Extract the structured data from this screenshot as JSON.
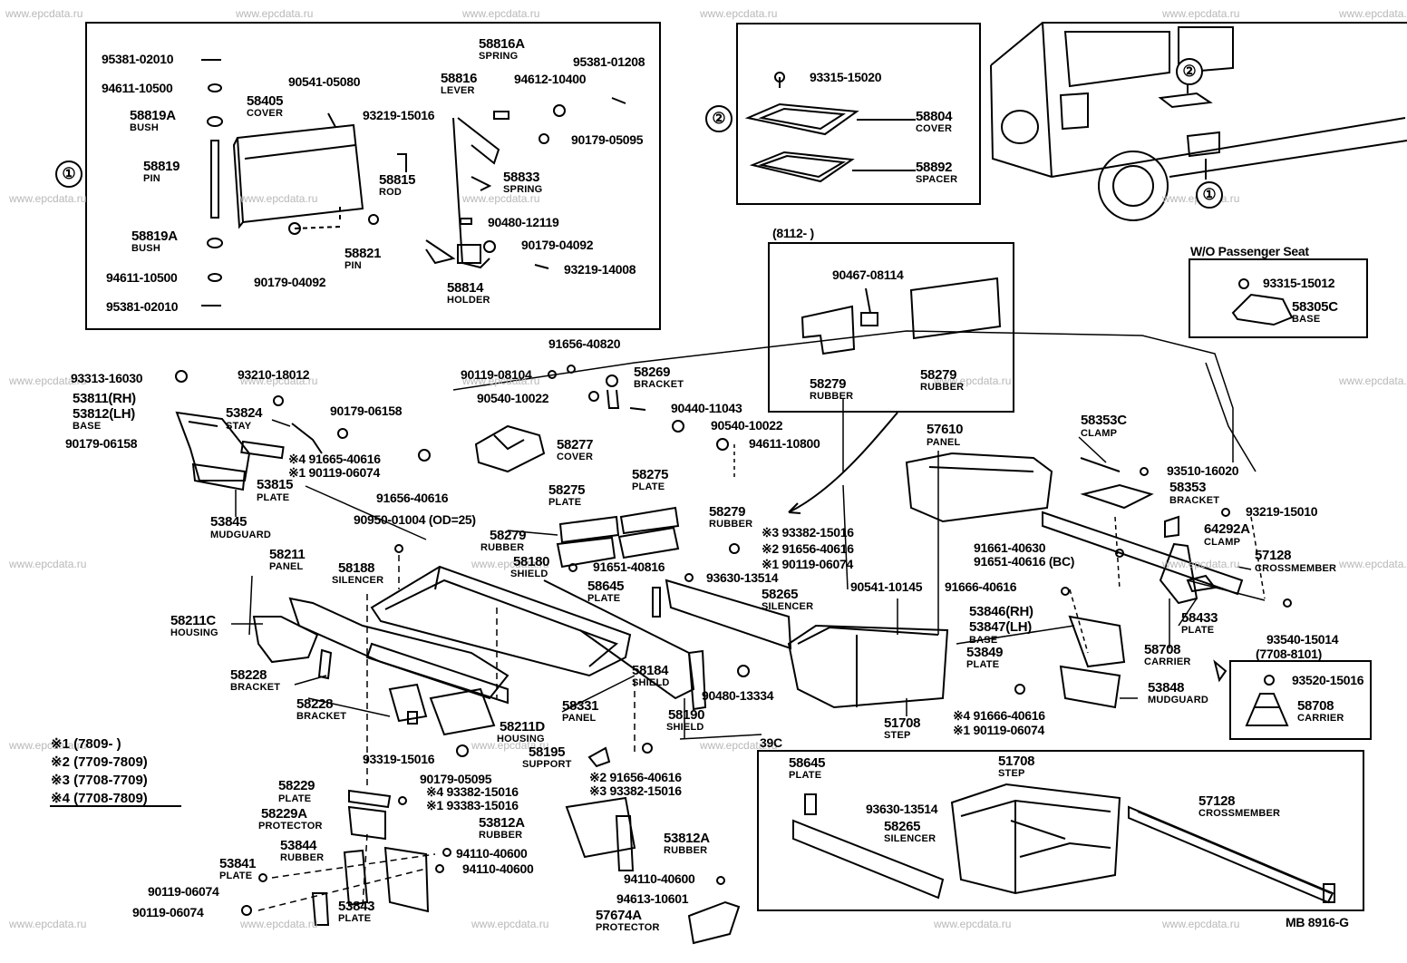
{
  "watermark": "www.epcdata.ru",
  "diagram_code": "MB 8916-G",
  "callouts": [
    "①",
    "②"
  ],
  "legend": {
    "note1": "※1 (7809-        )",
    "note2": "※2 (7709-7809)",
    "note3": "※3 (7708-7709)",
    "note4": "※4 (7708-7809)"
  },
  "box1": {
    "p1": "95381-02010",
    "p2": "94611-10500",
    "p3_num": "58819A",
    "p3_name": "BUSH",
    "p4_num": "58405",
    "p4_name": "COVER",
    "p5": "90541-05080",
    "p6_num": "58816A",
    "p6_name": "SPRING",
    "p7": "95381-01208",
    "p8_num": "58816",
    "p8_name": "LEVER",
    "p9": "94612-10400",
    "p10": "93219-15016",
    "p11": "90179-05095",
    "p12_num": "58819",
    "p12_name": "PIN",
    "p13_num": "58815",
    "p13_name": "ROD",
    "p14_num": "58833",
    "p14_name": "SPRING",
    "p15": "90480-12119",
    "p16_num": "58819A",
    "p16_name": "BUSH",
    "p17": "90179-04092",
    "p18_num": "58821",
    "p18_name": "PIN",
    "p19": "93219-14008",
    "p20": "94611-10500",
    "p21": "90179-04092",
    "p22_num": "58814",
    "p22_name": "HOLDER",
    "p23": "95381-02010"
  },
  "box2": {
    "p1": "93315-15020",
    "p2_num": "58804",
    "p2_name": "COVER",
    "p3_num": "58892",
    "p3_name": "SPACER"
  },
  "box8112": {
    "title": "(8112-        )",
    "p1": "90467-08114",
    "p2_num": "58279",
    "p2_name": "RUBBER",
    "p3_num": "58279",
    "p3_name": "RUBBER"
  },
  "boxPassenger": {
    "title": "W/O Passenger Seat",
    "p1": "93315-15012",
    "p2_num": "58305C",
    "p2_name": "BASE"
  },
  "boxCarrier": {
    "p1": "93520-15016",
    "p2_num": "58708",
    "p2_name": "CARRIER"
  },
  "box39C": {
    "title": "39C",
    "p1_num": "58645",
    "p1_name": "PLATE",
    "p2_num": "51708",
    "p2_name": "STEP",
    "p3_num": "57128",
    "p3_name": "CROSSMEMBER",
    "p4": "93630-13514",
    "p5_num": "58265",
    "p5_name": "SILENCER"
  },
  "main": {
    "m1": "93313-16030",
    "m2": "93210-18012",
    "m3_rh": "53811(RH)",
    "m3_lh": "53812(LH)",
    "m3_name": "BASE",
    "m4_num": "53824",
    "m4_name": "STAY",
    "m5": "90179-06158",
    "m6": "90179-06158",
    "m7": "※4 91665-40616",
    "m8": "※1 90119-06074",
    "m9_num": "53815",
    "m9_name": "PLATE",
    "m10_num": "53845",
    "m10_name": "MUDGUARD",
    "m11": "91656-40616",
    "m12": "90950-01004 (OD=25)",
    "m13": "91656-40820",
    "m14": "90119-08104",
    "m15_num": "58269",
    "m15_name": "BRACKET",
    "m16": "90540-10022",
    "m17": "90440-11043",
    "m18": "90540-10022",
    "m19": "94611-10800",
    "m20_num": "58277",
    "m20_name": "COVER",
    "m21_num": "58275",
    "m21_name": "PLATE",
    "m22_num": "58275",
    "m22_name": "PLATE",
    "m23_num": "58279",
    "m23_name": "RUBBER",
    "m24_num": "58279",
    "m24_name": "RUBBER",
    "m25": "※3 93382-15016",
    "m26": "※2 91656-40616",
    "m27": "※1 90119-06074",
    "m28_num": "58211",
    "m28_name": "PANEL",
    "m29_num": "58188",
    "m29_name": "SILENCER",
    "m30_num": "58180",
    "m30_name": "SHIELD",
    "m31": "91651-40816",
    "m32_num": "58645",
    "m32_name": "PLATE",
    "m33": "93630-13514",
    "m34_num": "58265",
    "m34_name": "SILENCER",
    "m35": "90541-10145",
    "m36_num": "58211C",
    "m36_name": "HOUSING",
    "m37_num": "58228",
    "m37_name": "BRACKET",
    "m38_num": "58228",
    "m38_name": "BRACKET",
    "m39_num": "58184",
    "m39_name": "SHIELD",
    "m40": "90480-13334",
    "m41_num": "58331",
    "m41_name": "PANEL",
    "m42_num": "58190",
    "m42_name": "SHIELD",
    "m43_num": "58211D",
    "m43_name": "HOUSING",
    "m44": "93319-15016",
    "m45": "90179-05095",
    "m46_num": "58195",
    "m46_name": "SUPPORT",
    "m47": "※2 91656-40616",
    "m48": "※3 93382-15016",
    "m49_num": "58229",
    "m49_name": "PLATE",
    "m50": "※4 93382-15016",
    "m51": "※1 93383-15016",
    "m52_num": "58229A",
    "m52_name": "PROTECTOR",
    "m53_num": "53812A",
    "m53_name": "RUBBER",
    "m54_num": "53812A",
    "m54_name": "RUBBER",
    "m55_num": "53844",
    "m55_name": "RUBBER",
    "m56_num": "53841",
    "m56_name": "PLATE",
    "m57": "94110-40600",
    "m58": "94110-40600",
    "m59": "94110-40600",
    "m60": "90119-06074",
    "m61": "90119-06074",
    "m62": "94613-10601",
    "m63_num": "53843",
    "m63_name": "PLATE",
    "m64_num": "57674A",
    "m64_name": "PROTECTOR",
    "m65_num": "57610",
    "m65_name": "PANEL",
    "m66_num": "58353C",
    "m66_name": "CLAMP",
    "m67": "93510-16020",
    "m68_num": "58353",
    "m68_name": "BRACKET",
    "m69": "93219-15010",
    "m70_num": "64292A",
    "m70_name": "CLAMP",
    "m71": "91661-40630",
    "m72": "91651-40616 (BC)",
    "m73_num": "57128",
    "m73_name": "CROSSMEMBER",
    "m74": "91666-40616",
    "m75_rh": "53846(RH)",
    "m75_lh": "53847(LH)",
    "m75_name": "BASE",
    "m76_num": "58433",
    "m76_name": "PLATE",
    "m77": "93540-15014",
    "m77b": "(7708-8101)",
    "m78_num": "53849",
    "m78_name": "PLATE",
    "m79_num": "58708",
    "m79_name": "CARRIER",
    "m80_num": "53848",
    "m80_name": "MUDGUARD",
    "m81": "※4 91666-40616",
    "m82": "※1 90119-06074",
    "m83_num": "51708",
    "m83_name": "STEP"
  }
}
